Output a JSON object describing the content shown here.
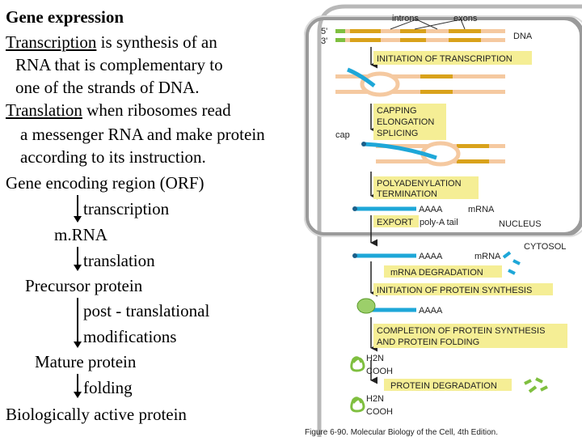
{
  "left_text": {
    "title": "Gene expression",
    "transcription_term": "Transcription",
    "transcription_rest": " is synthesis of an",
    "transcription_line2": "RNA that is complementary to",
    "transcription_line3": "one of the strands of DNA.",
    "translation_term": "Translation",
    "translation_rest": "  when ribosomes read",
    "translation_line2": "a messenger RNA and make protein",
    "translation_line3": "according to its instruction.",
    "flow": {
      "step1": "Gene encoding region (ORF)",
      "arrow1": "transcription",
      "step2": "m.RNA",
      "arrow2": "translation",
      "step3": "Precursor protein",
      "arrow3a": "post - translational",
      "arrow3b": "modifications",
      "step4": "Mature protein",
      "arrow4": "folding",
      "step5": "Biologically active protein"
    }
  },
  "diagram": {
    "introns": "introns",
    "exons": "exons",
    "five_prime": "5'",
    "three_prime": "3'",
    "dna": "DNA",
    "cap": "cap",
    "initiation_transcription": "INITIATION OF TRANSCRIPTION",
    "capping": "CAPPING",
    "elongation": "ELONGATION",
    "splicing": "SPLICING",
    "polyadenylation": "POLYADENYLATION",
    "termination": "TERMINATION",
    "aaaa": "AAAA",
    "mrna": "mRNA",
    "export": "EXPORT",
    "poly_a_tail": "poly-A tail",
    "nucleus": "NUCLEUS",
    "cytosol": "CYTOSOL",
    "mrna_degradation": "mRNA DEGRADATION",
    "initiation_protein": "INITIATION OF PROTEIN SYNTHESIS",
    "completion1": "COMPLETION OF PROTEIN SYNTHESIS",
    "completion2": "AND PROTEIN FOLDING",
    "h2n": "H2N",
    "cooh": "COOH",
    "protein_degradation": "PROTEIN DEGRADATION",
    "caption": "Figure 6-90. Molecular Biology of the Cell, 4th Edition."
  },
  "colors": {
    "label_box": "#f5ee95",
    "exon": "#d9a21b",
    "intron": "#f5c9a0",
    "rna": "#1ea7d8",
    "green": "#7fbf3f",
    "cell_border": "#b0b0b0"
  }
}
